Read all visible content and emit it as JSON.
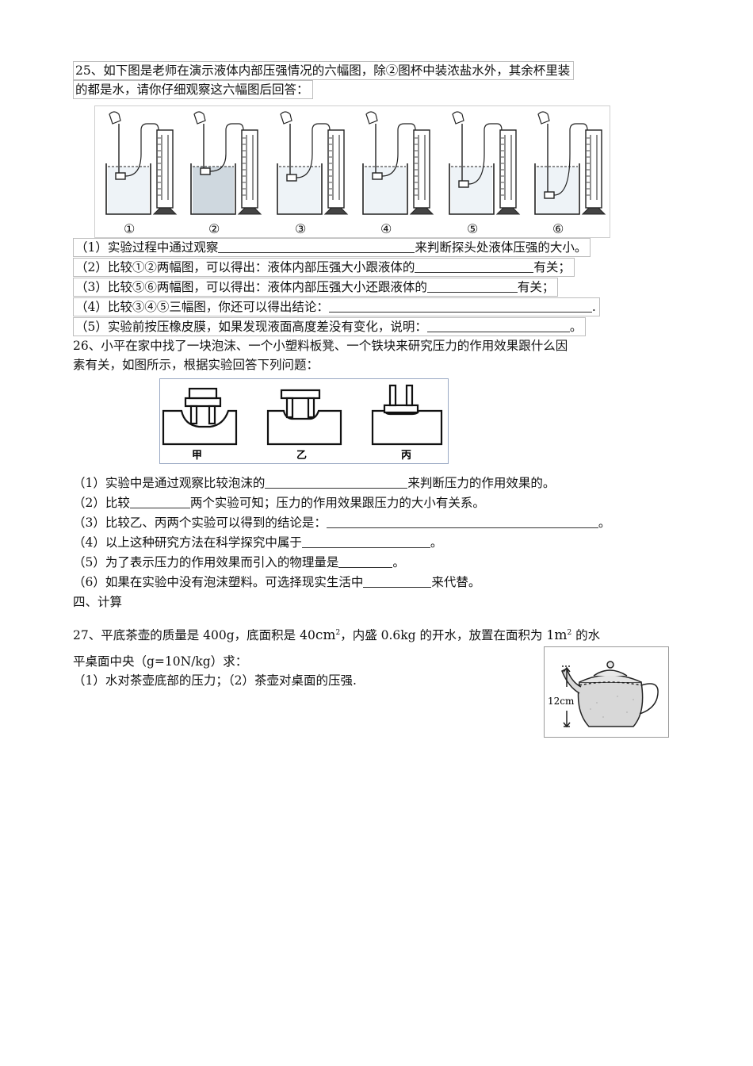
{
  "q25": {
    "intro_1": "25、如下图是老师在演示液体内部压强情况的六幅图，除②图杯中装浓盐水外，其余杯里装",
    "intro_2": "的都是水，请你仔细观察这六幅图后回答：",
    "fig_labels": [
      "①",
      "②",
      "③",
      "④",
      "⑤",
      "⑥"
    ],
    "items": [
      {
        "a": "（1）实验过程中通过观察",
        "b": "来判断探头处液体压强的大小。"
      },
      {
        "a": "（2）比较①②两幅图，可以得出：液体内部压强大小跟液体的",
        "b": "有关；"
      },
      {
        "a": "（3）比较⑤⑥两幅图，可以得出：液体内部压强大小还跟液体的",
        "b": "有关；"
      },
      {
        "a": "（4）比较③④⑤三幅图，你还可以得出结论：",
        "b": "."
      },
      {
        "a": "（5）实验前按压橡皮膜，如果发现液面高度差没有变化，说明：",
        "b": "。"
      }
    ]
  },
  "q26": {
    "intro_1": "26、小平在家中找了一块泡沫、一个小塑料板凳、一个铁块来研究压力的作用效果跟什么因",
    "intro_2": "素有关，如图所示，根据实验回答下列问题：",
    "fig_labels": [
      "甲",
      "乙",
      "丙"
    ],
    "items": [
      {
        "a": "（1）实验中是通过观察比较泡沫的",
        "b": "来判断压力的作用效果的。"
      },
      {
        "a": "（2）比较",
        "b": "两个实验可知；压力的作用效果跟压力的大小有关系。"
      },
      {
        "a": "（3）比较乙、丙两个实验可以得到的结论是：",
        "b": "。"
      },
      {
        "a": "（4）以上这种研究方法在科学探究中属于",
        "b": "。"
      },
      {
        "a": "（5）为了表示压力的作用效果而引入的物理量是",
        "b": "。"
      },
      {
        "a": "（6）如果在实验中没有泡沫塑料。可选择现实生活中",
        "b": "来代替。"
      }
    ]
  },
  "section4": "四、计算",
  "q27": {
    "line_1a": "27、平底茶壶的质量是 400g，底面积是 40",
    "unit_cm": "cm",
    "sup_2a": "2",
    "line_1b": "，内盛 0.6kg 的开水，放置在面积为 1",
    "unit_m": "m",
    "sup_2b": "2",
    "line_1c": " 的水",
    "line_2": "平桌面中央（g=10N/kg）求：",
    "line_3": "（1）水对茶壶底部的压力；（2）茶壶对桌面的压强.",
    "fig_label": "12cm"
  }
}
